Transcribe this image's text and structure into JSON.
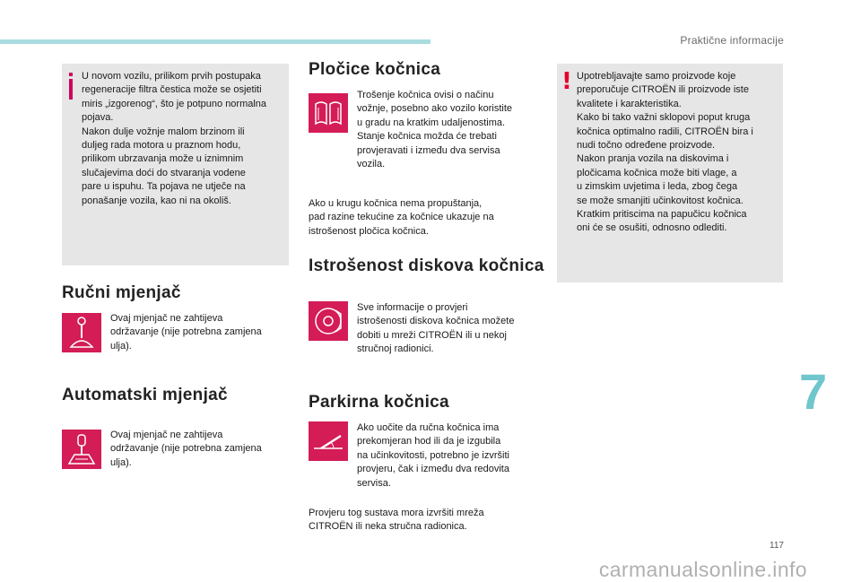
{
  "header": {
    "section": "Praktične informacije"
  },
  "left": {
    "info_box": "U novom vozilu, prilikom prvih postupaka\nregeneracije filtra čestica može se osjetiti\nmiris „izgorenog“, što je potpuno normalna\npojava.\nNakon dulje vožnje malom brzinom ili\nduljeg rada motora u praznom hodu,\nprilikom ubrzavanja može u iznimnim\nslučajevima doći do stvaranja vodene\npare u ispuhu. Ta pojava ne utječe na\nponašanje vozila, kao ni na okoliš.",
    "manual_title": "Ručni mjenjač",
    "manual_text": "Ovaj mjenjač ne zahtijeva\nodržavanje (nije potrebna zamjena\nulja).",
    "auto_title": "Automatski mjenjač",
    "auto_text": "Ovaj mjenjač ne zahtijeva\nodržavanje (nije potrebna zamjena\nulja)."
  },
  "middle": {
    "pads_title": "Pločice kočnica",
    "pads_text": "Trošenje kočnica ovisi o načinu\nvožnje, posebno ako vozilo koristite\nu gradu na kratkim udaljenostima.\nStanje kočnica možda će trebati\nprovjeravati i između dva servisa\nvozila.",
    "pads_note": "Ako u krugu kočnica nema propuštanja,\npad razine tekućine za kočnice ukazuje na\nistrošenost pločica kočnica.",
    "discs_title": "Istrošenost diskova kočnica",
    "discs_text": "Sve informacije o provjeri\nistrošenosti diskova kočnica možete\ndobiti u mreži CITROËN ili u nekoj\nstručnoj radionici.",
    "park_title": "Parkirna kočnica",
    "park_text": "Ako uočite da ručna kočnica ima\nprekomjeran hod ili da je izgubila\nna učinkovitosti, potrebno je izvršiti\nprovjeru, čak i između dva redovita\nservisa.",
    "park_note": "Provjeru tog sustava mora izvršiti mreža\nCITROËN ili neka stručna radionica."
  },
  "right": {
    "warning_box": "Upotrebljavajte samo proizvode koje\npreporučuje CITROËN ili proizvode iste\nkvalitete i karakteristika.\nKako bi tako važni sklopovi poput kruga\nkočnica optimalno radili, CITROËN bira i\nnudi točno određene proizvode.\nNakon pranja vozila na diskovima i\npločicama kočnica može biti vlage, a\nu zimskim uvjetima i leda, zbog čega\nse može smanjiti učinkovitost kočnica.\nKratkim pritiscima na papučicu kočnica\noni će se osušiti, odnosno odlediti."
  },
  "chapter_number": "7",
  "page_number": "117",
  "watermark": "carmanualsonline.info",
  "colors": {
    "accent": "#d41c57",
    "teal": "#6fc6cc",
    "box_bg": "#e6e6e7"
  },
  "icons": [
    "info-icon",
    "gear-shift-icon",
    "automatic-gear-icon",
    "brake-pads-icon",
    "brake-disc-icon",
    "parking-brake-icon",
    "warning-icon"
  ]
}
